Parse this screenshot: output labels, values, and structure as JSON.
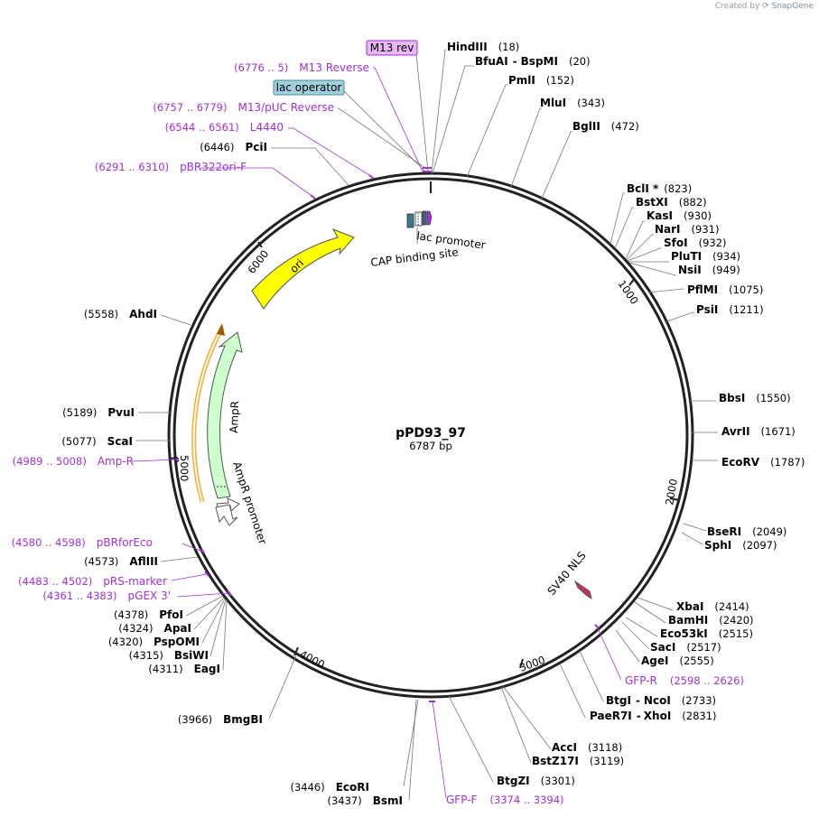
{
  "credit": {
    "prefix": "Created by",
    "brand": "SnapGene"
  },
  "plasmid": {
    "name": "pPD93_97",
    "length_label": "6787 bp",
    "length": 6787
  },
  "ticks": [
    "1000",
    "2000",
    "3000",
    "4000",
    "5000",
    "6000"
  ],
  "boxed_primers": [
    {
      "label": "M13 rev",
      "color": "#e8b8f0",
      "border": "#a030d8"
    },
    {
      "label": "lac operator",
      "color": "#9fd0dc",
      "border": "#4a8a9a"
    }
  ],
  "features": {
    "ori": "ori",
    "ampr": "AmpR",
    "ampr_promoter": "AmpR promoter",
    "lac_promoter": "lac promoter",
    "cap_site": "CAP binding site",
    "sv40": "SV40 NLS"
  },
  "right_sites": [
    {
      "name": "HindIII",
      "pos": "(18)"
    },
    {
      "name": "BfuAI",
      "sep": "-",
      "name2": "BspMI",
      "pos": "(20)"
    },
    {
      "name": "PmlI",
      "pos": "(152)"
    },
    {
      "name": "MluI",
      "pos": "(343)"
    },
    {
      "name": "BglII",
      "pos": "(472)"
    },
    {
      "name": "BclI *",
      "pos": "(823)"
    },
    {
      "name": "BstXI",
      "pos": "(882)"
    },
    {
      "name": "KasI",
      "pos": "(930)"
    },
    {
      "name": "NarI",
      "pos": "(931)"
    },
    {
      "name": "SfoI",
      "pos": "(932)"
    },
    {
      "name": "PluTI",
      "pos": "(934)"
    },
    {
      "name": "NsiI",
      "pos": "(949)"
    },
    {
      "name": "PflMI",
      "pos": "(1075)"
    },
    {
      "name": "PsiI",
      "pos": "(1211)"
    },
    {
      "name": "BbsI",
      "pos": "(1550)"
    },
    {
      "name": "AvrII",
      "pos": "(1671)"
    },
    {
      "name": "EcoRV",
      "pos": "(1787)"
    },
    {
      "name": "BseRI",
      "pos": "(2049)"
    },
    {
      "name": "SphI",
      "pos": "(2097)"
    },
    {
      "name": "XbaI",
      "pos": "(2414)"
    },
    {
      "name": "BamHI",
      "pos": "(2420)"
    },
    {
      "name": "Eco53kI",
      "pos": "(2515)"
    },
    {
      "name": "SacI",
      "pos": "(2517)"
    },
    {
      "name": "AgeI",
      "pos": "(2555)"
    },
    {
      "name": "BtgI",
      "sep": "-",
      "name2": "NcoI",
      "pos": "(2733)"
    },
    {
      "name": "PaeR7I",
      "sep": "-",
      "name2": "XhoI",
      "pos": "(2831)"
    },
    {
      "name": "AccI",
      "pos": "(3118)"
    },
    {
      "name": "BstZ17I",
      "pos": "(3119)"
    },
    {
      "name": "BtgZI",
      "pos": "(3301)"
    }
  ],
  "left_sites": [
    {
      "name": "PciI",
      "pos": "(6446)"
    },
    {
      "name": "AhdI",
      "pos": "(5558)"
    },
    {
      "name": "PvuI",
      "pos": "(5189)"
    },
    {
      "name": "ScaI",
      "pos": "(5077)"
    },
    {
      "name": "AflIII",
      "pos": "(4573)"
    },
    {
      "name": "PfoI",
      "pos": "(4378)"
    },
    {
      "name": "ApaI",
      "pos": "(4324)"
    },
    {
      "name": "PspOMI",
      "pos": "(4320)"
    },
    {
      "name": "BsiWI",
      "pos": "(4315)"
    },
    {
      "name": "EagI",
      "pos": "(4311)"
    },
    {
      "name": "BmgBI",
      "pos": "(3966)"
    },
    {
      "name": "EcoRI",
      "pos": "(3446)"
    },
    {
      "name": "BsmI",
      "pos": "(3437)"
    }
  ],
  "primers": [
    {
      "range": "(6776 .. 5)",
      "name": "M13 Reverse"
    },
    {
      "range": "(6757 .. 6779)",
      "name": "M13/pUC Reverse"
    },
    {
      "range": "(6544 .. 6561)",
      "name": "L4440"
    },
    {
      "range": "(6291 .. 6310)",
      "name": "pBR322ori-F"
    },
    {
      "range": "(4989 .. 5008)",
      "name": "Amp-R"
    },
    {
      "range": "(4580 .. 4598)",
      "name": "pBRforEco"
    },
    {
      "range": "(4483 .. 4502)",
      "name": "pRS-marker"
    },
    {
      "range": "(4361 .. 4383)",
      "name": "pGEX 3'"
    },
    {
      "name": "GFP-R",
      "range": "(2598 .. 2626)"
    },
    {
      "name": "GFP-F",
      "range": "(3374 .. 3394)"
    }
  ],
  "colors": {
    "backbone": "#222222",
    "primer": "#a030d8",
    "ori": "#ffff00",
    "ampr": "#ccffcc",
    "ampr_promoter": "#ffffff",
    "ampr_orf": "#f0b040",
    "sv40": "#c03060",
    "lac_operator": "#3a7a8a",
    "cap": "#3a6a8a"
  }
}
